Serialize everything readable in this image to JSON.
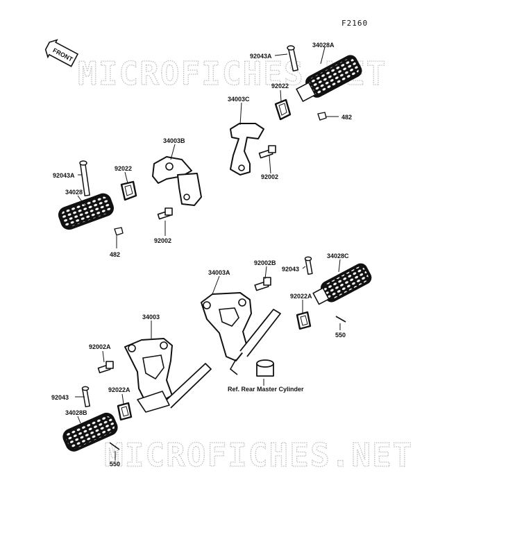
{
  "figure_code": "F2160",
  "front_badge": "FRONT",
  "watermarks": [
    "MICROFICHES.NET",
    "MICROFICHES.NET"
  ],
  "note": "Ref. Rear Master Cylinder",
  "labels": {
    "p92043A_top": "92043A",
    "p34028A": "34028A",
    "p92022_top": "92022",
    "p34003C": "34003C",
    "p482_top": "482",
    "p92002_top": "92002",
    "p34003B": "34003B",
    "p92043A_left": "92043A",
    "p92022_left": "92022",
    "p34028": "34028",
    "p92002_left": "92002",
    "p482_left": "482",
    "p34003A": "34003A",
    "p92002B": "92002B",
    "p92043_right": "92043",
    "p34028C": "34028C",
    "p92022A_right": "92022A",
    "p550_right": "550",
    "p34003": "34003",
    "p92002A": "92002A",
    "p92022A_left": "92022A",
    "p92043_left": "92043",
    "p34028B": "34028B",
    "p550_left": "550"
  }
}
